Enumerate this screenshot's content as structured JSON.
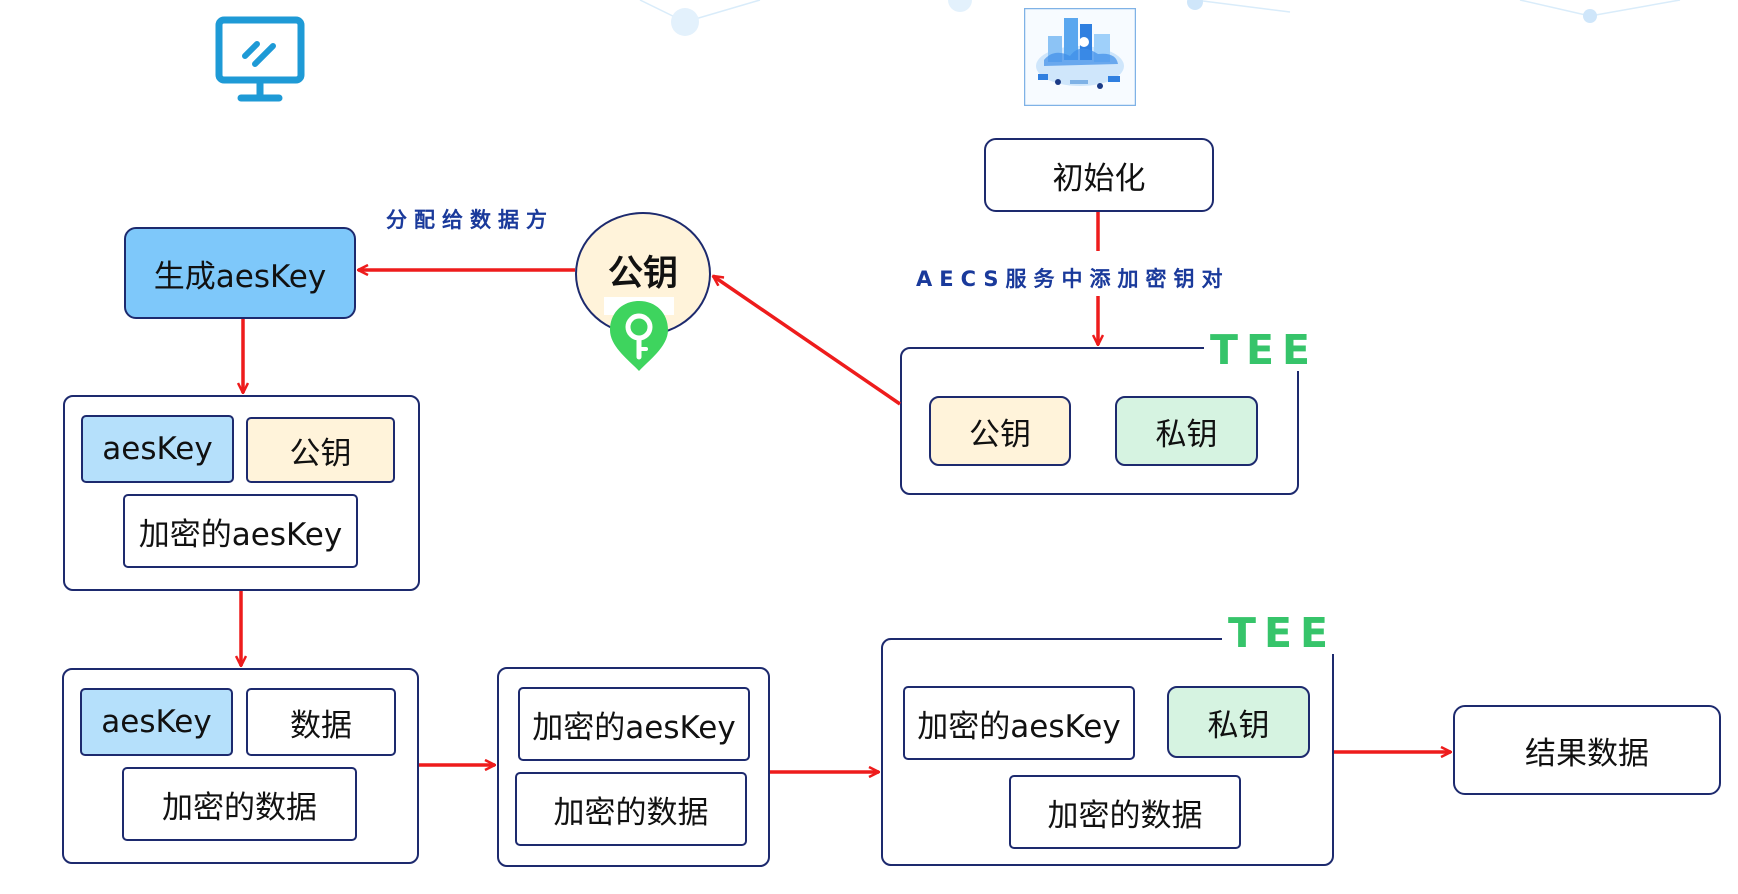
{
  "client": {
    "monitor_icon": "monitor-icon",
    "generate_key": "生成aesKey",
    "group1": {
      "aeskey": "aesKey",
      "public_key": "公钥",
      "encrypted_aeskey": "加密的aesKey"
    },
    "group2": {
      "aeskey": "aesKey",
      "data": "数据",
      "encrypted_data": "加密的数据"
    },
    "group3": {
      "encrypted_aeskey": "加密的aesKey",
      "encrypted_data": "加密的数据"
    }
  },
  "distribute_label": "分配给数据方",
  "public_key_node": {
    "label": "公钥",
    "icon": "key-pin-icon"
  },
  "server": {
    "cloud_icon": "cloud-server-illustration",
    "init": "初始化",
    "add_keypair_label": "AECS服务中添加密钥对",
    "tee_top": {
      "tag": "TEE",
      "public_key": "公钥",
      "private_key": "私钥"
    },
    "tee_bottom": {
      "tag": "TEE",
      "encrypted_aeskey": "加密的aesKey",
      "private_key": "私钥",
      "encrypted_data": "加密的数据"
    },
    "result": "结果数据"
  },
  "colors": {
    "arrow": "#ee1c1c",
    "border": "#1d2a6e",
    "tee": "#36c46a",
    "label": "#1a3a9b",
    "aeskey_fill": "#b5e0fb",
    "generate_fill": "#7ec8fa",
    "public_key_fill": "#fff3da",
    "private_key_fill": "#d6f3e1",
    "monitor": "#1e9ad6"
  }
}
